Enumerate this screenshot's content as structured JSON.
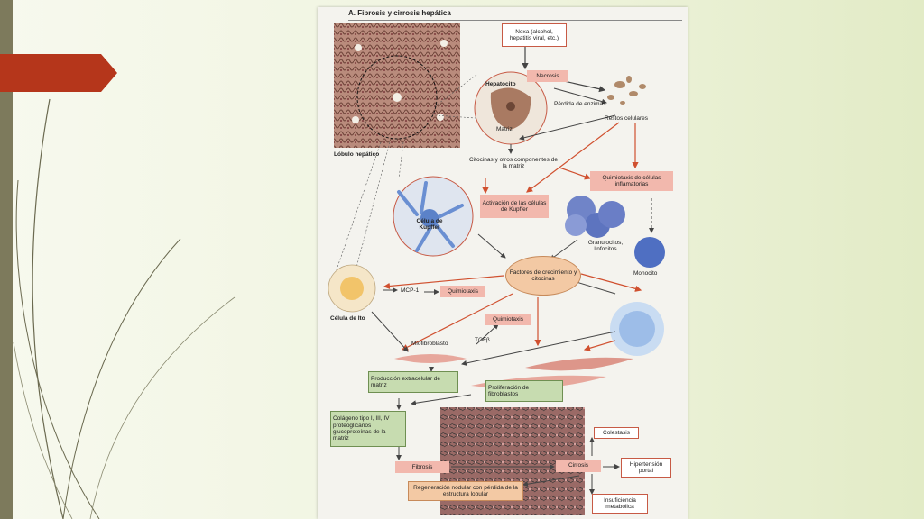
{
  "slide": {
    "accent": "#b5361b",
    "side_bar_color": "#7d7a5c"
  },
  "figure": {
    "title": "A. Fibrosis y cirrosis hepática",
    "labels": {
      "lobulo": "Lóbulo hepático",
      "noxa": "Noxa (alcohol, hepatitis viral, etc.)",
      "necrosis": "Necrosis",
      "hepatocito": "Hepatocito",
      "perdida_enzimas": "Pérdida de enzimas",
      "restos": "Restos celulares",
      "matriz": "Matriz",
      "citocinas": "Citocinas y otros componentes de la matriz",
      "quimiotaxis_inflam": "Quimiotaxis de células inflamatorias",
      "celula_kupffer": "Célula de Kupffer",
      "activacion_kupffer": "Activación de las células de Kupffer",
      "granulocitos": "Granulocitos, linfocitos",
      "monocito": "Monocito",
      "factores": "Factores de crecimiento y citocinas",
      "celula_ito": "Célula de Ito",
      "mcp1": "MCP-1",
      "quimiotaxis1": "Quimiotaxis",
      "quimiotaxis2": "Quimiotaxis",
      "tgfb": "TGFβ",
      "miofibroblasto": "Miofibroblasto",
      "produccion": "Producción extracelular de matriz",
      "proliferacion": "Proliferación de fibroblastos",
      "colageno": "Colágeno tipo I, III, IV proteoglicanos glucoproteínas de la matriz",
      "colestasis": "Colestasis",
      "fibrosis": "Fibrosis",
      "cirrosis": "Cirrosis",
      "hipertension": "Hipertensión portal",
      "regeneracion": "Regeneración nodular con pérdida de la estructura lobular",
      "insuficiencia": "Insuficiencia metabólica"
    }
  }
}
